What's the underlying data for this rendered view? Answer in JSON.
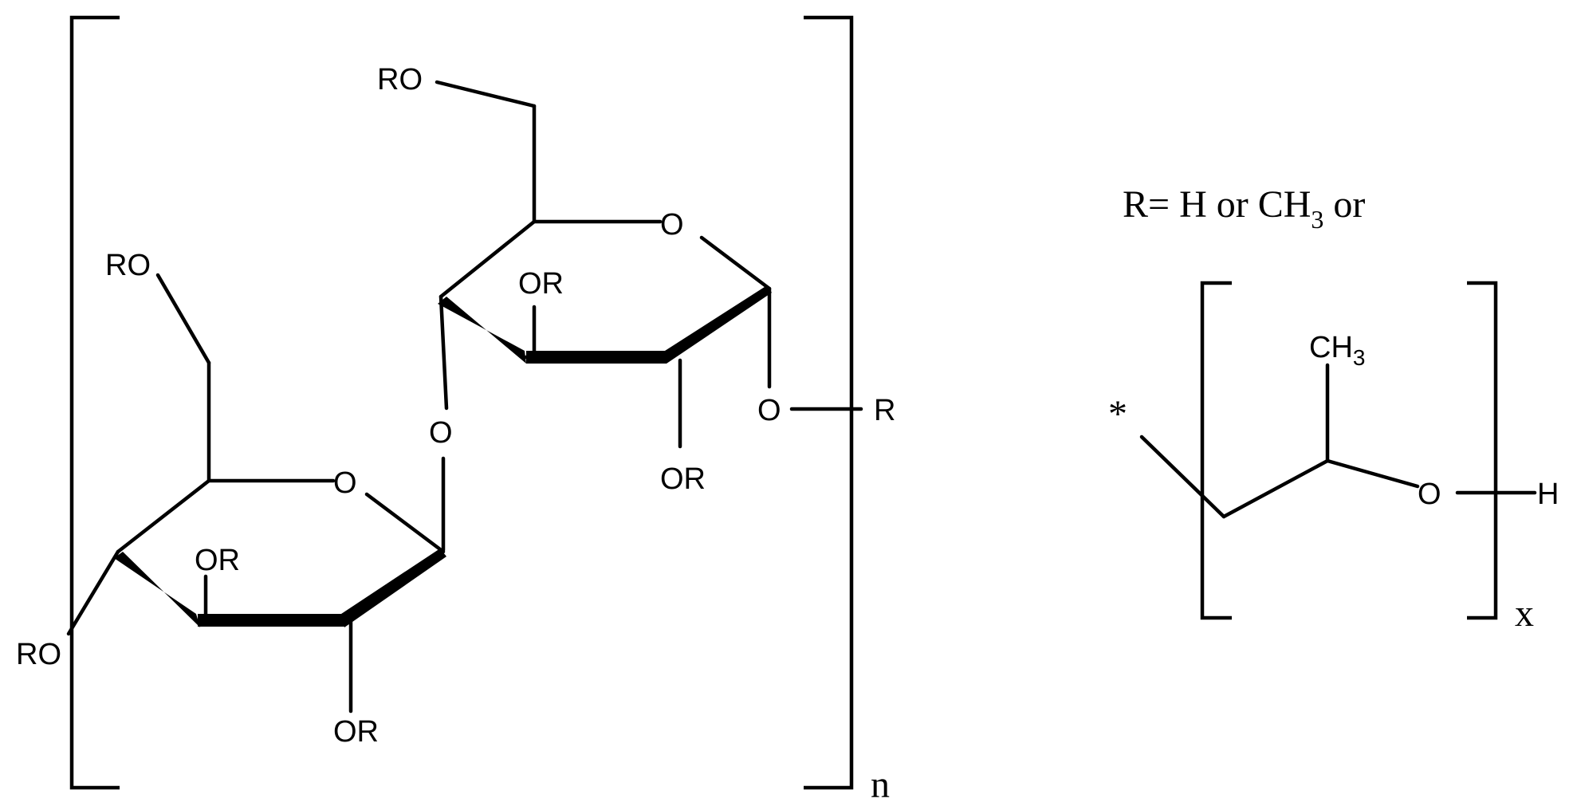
{
  "labels": {
    "ro_top": "RO",
    "ring2_o": "O",
    "ring2_or_upper": "OR",
    "ring2_or_lower": "OR",
    "ring2_o_anomeric": "O",
    "ring2_r": "R",
    "ro_left_top": "RO",
    "glycosidic_o": "O",
    "ring1_o": "O",
    "ring1_or_upper": "OR",
    "ro_left_bottom": "RO",
    "ring1_or_lower": "OR",
    "repeat_n": "n",
    "definition_prefix": "R= H or CH",
    "definition_sub": "3",
    "definition_suffix": " or",
    "star": "*",
    "pp_ch": "CH",
    "pp_sub": "3",
    "pp_o": "O",
    "pp_h": "H",
    "repeat_x": "x"
  }
}
